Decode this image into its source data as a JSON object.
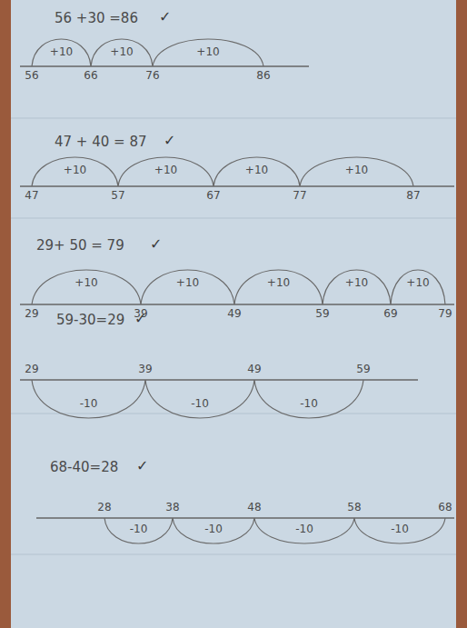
{
  "diagram": {
    "labels": [
      "56 +30 =86",
      "✓",
      "56",
      "66",
      "76",
      "86",
      "+10",
      "+10",
      "+10",
      "47 + 40 = 87",
      "✓",
      "47",
      "57",
      "67",
      "77",
      "87",
      "+10",
      "+10",
      "+10",
      "+10",
      "29+ 50 = 79",
      "✓",
      "29",
      "39",
      "49",
      "59",
      "69",
      "79",
      "+10",
      "+10",
      "+10",
      "+10",
      "+10",
      "59-30=29",
      "✓",
      "29",
      "39",
      "49",
      "59",
      "-10",
      "-10",
      "-10",
      "68-40=28",
      "✓",
      "28",
      "38",
      "48",
      "58",
      "68",
      "-10",
      "-10",
      "-10",
      "-10"
    ]
  }
}
